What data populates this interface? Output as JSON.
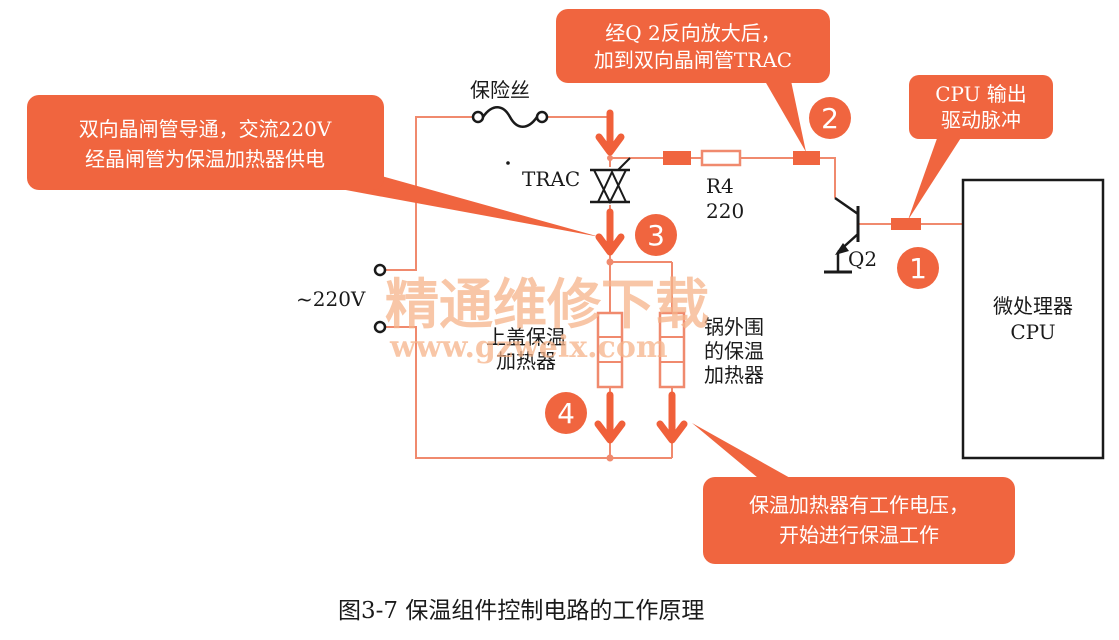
{
  "callouts": {
    "triac_on": [
      "双向晶闸管导通，交流220V",
      "经晶闸管为保温加热器供电"
    ],
    "q2_amplify": [
      "经Q 2反向放大后，",
      "加到双向晶闸管TRAC"
    ],
    "cpu_output": [
      "CPU 输出",
      "驱动脉冲"
    ],
    "heater_voltage": [
      "保温加热器有工作电压，",
      "开始进行保温工作"
    ]
  },
  "labels": {
    "fuse": "保险丝",
    "triac": "TRAC",
    "r4": "R4",
    "r4_value": "220",
    "q2": "Q2",
    "ac_source": "~220V",
    "heater_lid": [
      "上盖保温",
      "加热器"
    ],
    "heater_pot": [
      "锅外围",
      "的保温",
      "加热器"
    ],
    "cpu": [
      "微处理器",
      "CPU"
    ]
  },
  "steps": [
    "1",
    "2",
    "3",
    "4"
  ],
  "watermark": {
    "cn": "精通维修下载",
    "url": "www.gzweix.com"
  },
  "caption": "图3-7   保温组件控制电路的工作原理",
  "colors": {
    "accent": "#f0653f",
    "wire": "#f08a6e",
    "ink": "#1a1a1a"
  }
}
